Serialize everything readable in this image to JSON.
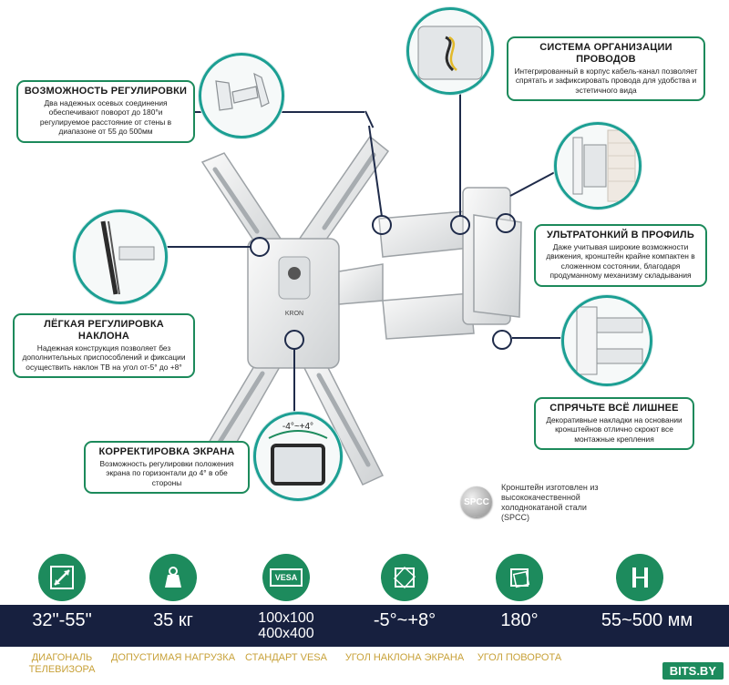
{
  "callouts": {
    "adjust": {
      "title": "ВОЗМОЖНОСТЬ РЕГУЛИРОВКИ",
      "desc": "Два надежных осевых соединения обеспечивают поворот  до 180°и регулируемое расстояние от стены в диапазоне от 55 до 500мм"
    },
    "cables": {
      "title": "СИСТЕМА ОРГАНИЗАЦИИ ПРОВОДОВ",
      "desc": "Интегрированный в корпус кабель-канал позволяет спрятать и зафиксировать провода для удобства и эстетичного вида"
    },
    "slim": {
      "title": "УЛЬТРАТОНКИЙ В ПРОФИЛЬ",
      "desc": "Даже учитывая широкие возможности движения, кронштейн крайне компактен в сложенном состоянии, благодаря продуманному механизму складывания"
    },
    "tilt": {
      "title": "ЛЁГКАЯ РЕГУЛИРОВКА НАКЛОНА",
      "desc": "Надежная конструкция позволяет без дополнительных приспособлений и фиксации осуществить наклон ТВ на угол от-5° до +8°"
    },
    "hide": {
      "title": "СПРЯЧЬТЕ ВСЁ ЛИШНЕЕ",
      "desc": "Декоративные накладки на основании кронштейнов отлично скроют все монтажные крепления"
    },
    "screen": {
      "title": "КОРРЕКТИРОВКА ЭКРАНА",
      "desc": "Возможность регулировки положения экрана по горизонтали до 4° в обе стороны"
    }
  },
  "screen_correction_range": "-4°~+4°",
  "plate_logo": "KRON",
  "material": {
    "badge": "SPCC",
    "text": "Кронштейн изготовлен из высококачественной холоднокатаной стали (SPCC)"
  },
  "specs": [
    {
      "icon": "diagonal-icon",
      "value": "32\"-55\"",
      "label": "ДИАГОНАЛЬ ТЕЛЕВИЗОРА"
    },
    {
      "icon": "weight-icon",
      "value": "35 кг",
      "label": "ДОПУСТИМАЯ НАГРУЗКА"
    },
    {
      "icon": "vesa-icon",
      "icon_text": "VESA",
      "value": "100x100\n400x400",
      "label": "СТАНДАРТ VESA"
    },
    {
      "icon": "tilt-angle-icon",
      "value": "-5°~+8°",
      "label": "УГОЛ НАКЛОНА ЭКРАНА"
    },
    {
      "icon": "swivel-icon",
      "value": "180°",
      "label": "УГОЛ ПОВОРОТА"
    },
    {
      "icon": "distance-icon",
      "value": "55~500 мм",
      "label": ""
    }
  ],
  "brand": "BITS.BY",
  "colors": {
    "accent": "#1d8b5d",
    "bar": "#17203f",
    "label": "#c8a23a",
    "ring": "#1c9f93"
  }
}
